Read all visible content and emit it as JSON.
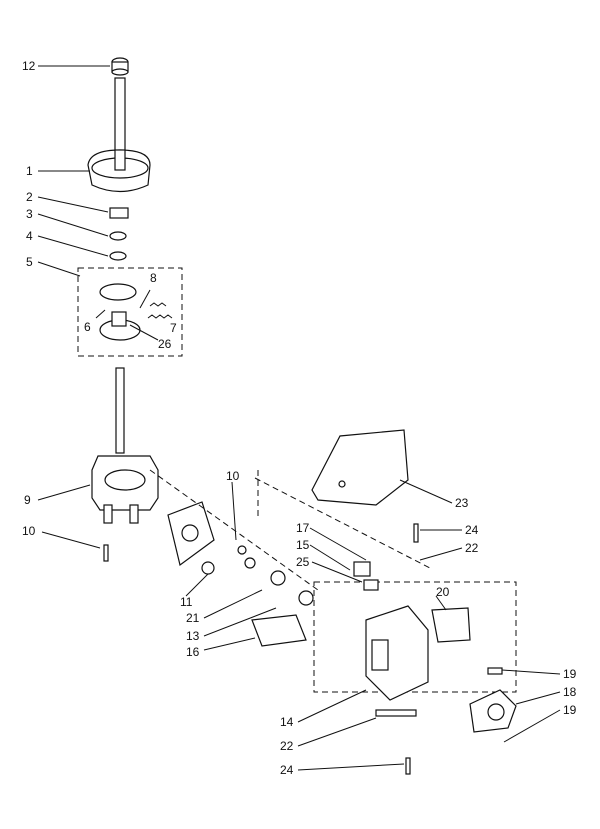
{
  "diagram": {
    "callouts": [
      {
        "id": "c12",
        "text": "12"
      },
      {
        "id": "c1",
        "text": "1"
      },
      {
        "id": "c2",
        "text": "2"
      },
      {
        "id": "c3",
        "text": "3"
      },
      {
        "id": "c4",
        "text": "4"
      },
      {
        "id": "c5",
        "text": "5"
      },
      {
        "id": "c8",
        "text": "8"
      },
      {
        "id": "c6",
        "text": "6"
      },
      {
        "id": "c7",
        "text": "7"
      },
      {
        "id": "c26",
        "text": "26"
      },
      {
        "id": "c9",
        "text": "9"
      },
      {
        "id": "c10a",
        "text": "10"
      },
      {
        "id": "c10b",
        "text": "10"
      },
      {
        "id": "c11",
        "text": "11"
      },
      {
        "id": "c21",
        "text": "21"
      },
      {
        "id": "c13",
        "text": "13"
      },
      {
        "id": "c16",
        "text": "16"
      },
      {
        "id": "c23",
        "text": "23"
      },
      {
        "id": "c17",
        "text": "17"
      },
      {
        "id": "c15",
        "text": "15"
      },
      {
        "id": "c25",
        "text": "25"
      },
      {
        "id": "c24a",
        "text": "24"
      },
      {
        "id": "c22a",
        "text": "22"
      },
      {
        "id": "c20",
        "text": "20"
      },
      {
        "id": "c19a",
        "text": "19"
      },
      {
        "id": "c18",
        "text": "18"
      },
      {
        "id": "c19b",
        "text": "19"
      },
      {
        "id": "c14",
        "text": "14"
      },
      {
        "id": "c22b",
        "text": "22"
      },
      {
        "id": "c24b",
        "text": "24"
      }
    ]
  }
}
